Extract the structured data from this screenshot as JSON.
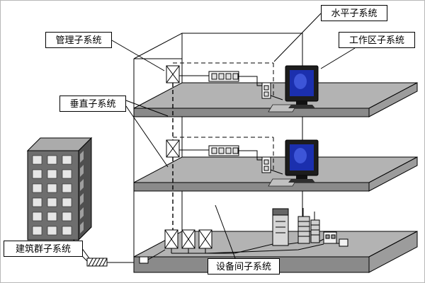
{
  "diagram": {
    "labels": {
      "horizontal": "水平子系统",
      "management": "管理子系统",
      "work_area": "工作区子系统",
      "vertical": "垂直子系统",
      "campus": "建筑群子系统",
      "equipment_room": "设备间子系统"
    },
    "colors": {
      "background": "#ffffff",
      "line": "#000000",
      "slab_top": "#b3b3b3",
      "slab_front": "#8a8a8a",
      "campus_building_front": "#6e6e6e",
      "monitor_screen": "#1b2fae"
    }
  }
}
